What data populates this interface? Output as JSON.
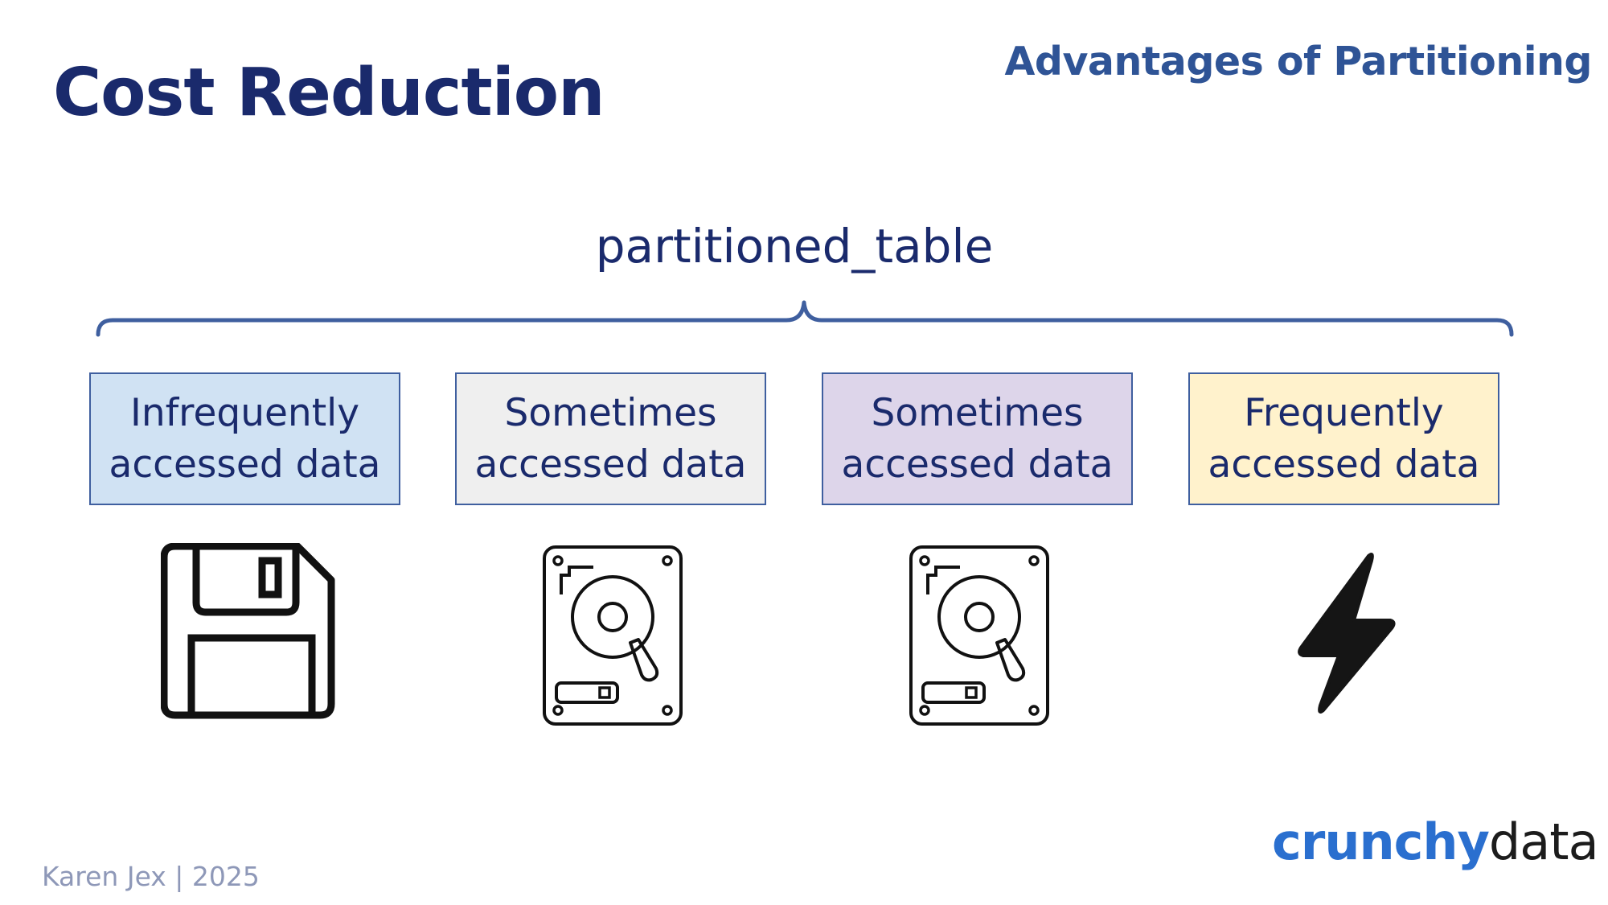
{
  "header": {
    "title": "Cost Reduction",
    "section": "Advantages of Partitioning"
  },
  "diagram": {
    "table_label": "partitioned_table",
    "partitions": [
      {
        "label": "Infrequently\naccessed data",
        "fill": "#d0e2f3",
        "icon": "floppy-disk-icon"
      },
      {
        "label": "Sometimes\naccessed data",
        "fill": "#efefef",
        "icon": "hard-drive-icon"
      },
      {
        "label": "Sometimes\naccessed data",
        "fill": "#ddd5ea",
        "icon": "hard-drive-icon"
      },
      {
        "label": "Frequently\naccessed data",
        "fill": "#fff2cc",
        "icon": "lightning-bolt-icon"
      }
    ],
    "colors": {
      "title": "#1a2a6c",
      "section": "#2f5496",
      "border": "#3f5f9f"
    }
  },
  "footer": {
    "author": "Karen Jex | 2025",
    "logo_part1": "crunchy",
    "logo_part2": "data",
    "logo_colors": {
      "crunchy": "#2a6fcf",
      "data": "#1c1c1c"
    }
  }
}
